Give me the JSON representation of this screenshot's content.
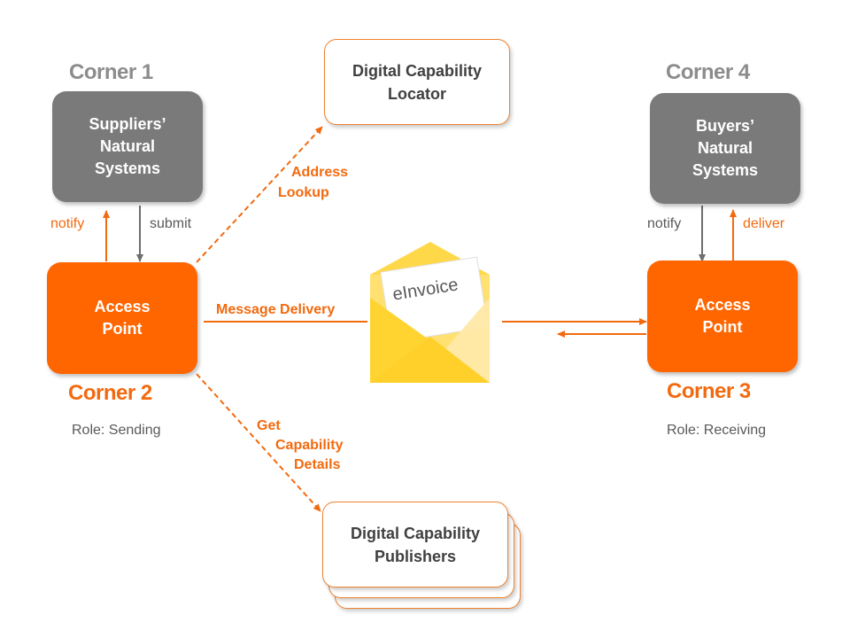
{
  "corners": {
    "c1": {
      "title": "Corner 1",
      "box": [
        "Suppliers’",
        "Natural",
        "Systems"
      ]
    },
    "c2": {
      "title": "Corner 2",
      "box": [
        "Access",
        "Point"
      ],
      "role": "Role: Sending"
    },
    "c3": {
      "title": "Corner 3",
      "box": [
        "Access",
        "Point"
      ],
      "role": "Role: Receiving"
    },
    "c4": {
      "title": "Corner 4",
      "box": [
        "Buyers’",
        "Natural",
        "Systems"
      ]
    }
  },
  "locator": [
    "Digital Capability",
    "Locator"
  ],
  "publishers": [
    "Digital Capability",
    "Publishers"
  ],
  "labels": {
    "address_lookup": [
      "Address",
      "Lookup"
    ],
    "get_capability": [
      "Get",
      "Capability",
      "Details"
    ],
    "message_delivery": "Message Delivery",
    "left_notify": "notify",
    "left_submit": "submit",
    "right_notify": "notify",
    "right_deliver": "deliver"
  },
  "envelope": {
    "label": "eInvoice"
  },
  "colors": {
    "orange": "#ff6600",
    "orange_text": "#f26a0f",
    "gray_box": "#7a7a7a",
    "envelope_yellow": "#ffd84a"
  }
}
